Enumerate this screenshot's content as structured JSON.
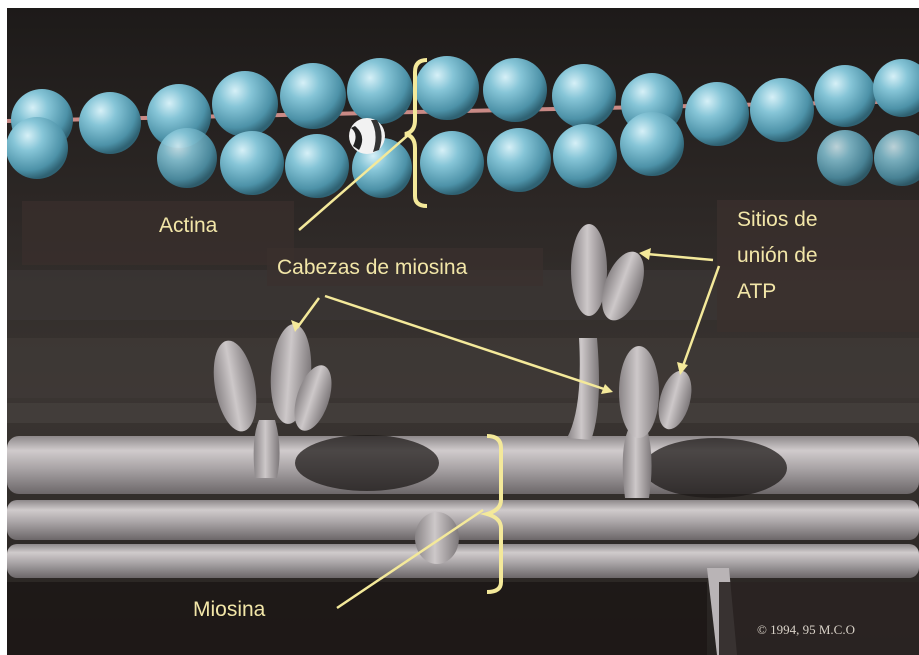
{
  "labels": {
    "actina": "Actina",
    "cabezas": "Cabezas de miosina",
    "sitios": [
      "Sitios de",
      "unión de",
      "ATP"
    ],
    "miosina": "Miosina"
  },
  "copyright": "© 1994, 95 M.C.O",
  "colors": {
    "label_text": "#f2e6a8",
    "actin_bead": "#6fb7cc",
    "tropomyosin": "#c98a86",
    "myosin": "#b7b2b4",
    "pointer": "#f4e99a"
  }
}
